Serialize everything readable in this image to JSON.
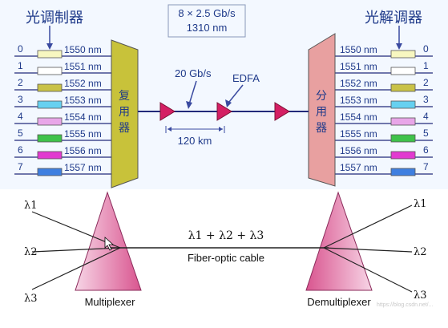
{
  "top": {
    "left_title": "光调制器",
    "right_title": "光解调器",
    "info_box": [
      "8 × 2.5 Gb/s",
      "1310 nm"
    ],
    "mux_label": [
      "复",
      "用",
      "器"
    ],
    "demux_label": [
      "分",
      "用",
      "器"
    ],
    "rate_label": "20 Gb/s",
    "edfa_label": "EDFA",
    "distance_label": "120 km",
    "channels": [
      {
        "index": "0",
        "wavelength": "1550 nm",
        "color": "#f7f7c0"
      },
      {
        "index": "1",
        "wavelength": "1551 nm",
        "color": "#ffffff"
      },
      {
        "index": "2",
        "wavelength": "1552 nm",
        "color": "#c9c247"
      },
      {
        "index": "3",
        "wavelength": "1553 nm",
        "color": "#66d0f0"
      },
      {
        "index": "4",
        "wavelength": "1554 nm",
        "color": "#e8a6e8"
      },
      {
        "index": "5",
        "wavelength": "1555 nm",
        "color": "#3fc24a"
      },
      {
        "index": "6",
        "wavelength": "1556 nm",
        "color": "#e23ad0"
      },
      {
        "index": "7",
        "wavelength": "1557 nm",
        "color": "#3f7fe0"
      }
    ]
  },
  "bottom": {
    "lambda_labels": [
      "λ1",
      "λ2",
      "λ3"
    ],
    "sum_label": "λ1 + λ2 + λ3",
    "cable_label": "Fiber-optic cable",
    "mux_caption": "Multiplexer",
    "demux_caption": "Demultiplexer",
    "watermark": "https://blog.csdn.net/..."
  },
  "colors": {
    "mux_fill": "#c8c23a",
    "demux_fill": "#e8a0a0",
    "amplifier": "#d41f63",
    "fiber": "#222a7a",
    "prism": "#e36fa6"
  }
}
